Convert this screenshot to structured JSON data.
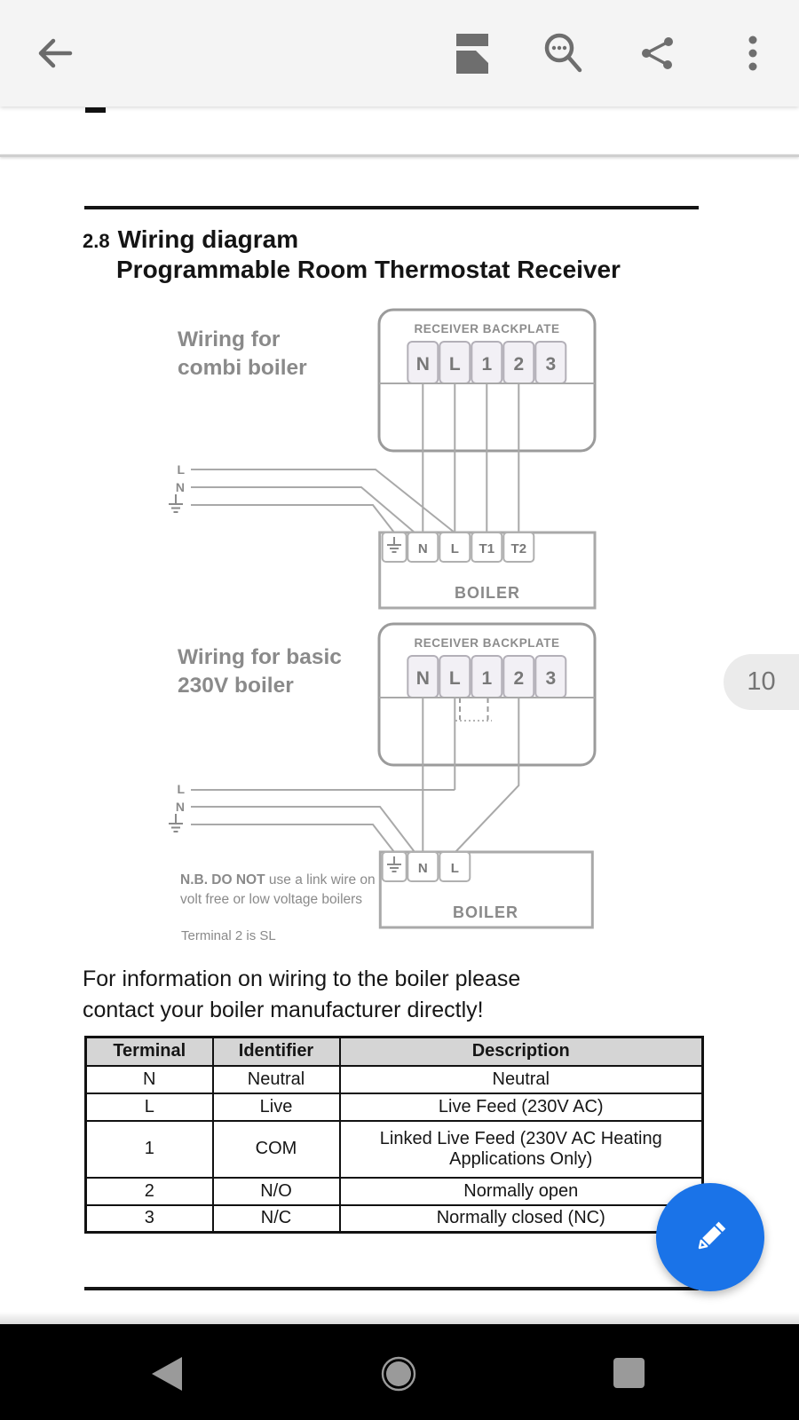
{
  "appbar": {
    "icons": [
      {
        "name": "back-arrow-icon"
      },
      {
        "name": "page-layout-icon"
      },
      {
        "name": "find-in-page-icon"
      },
      {
        "name": "share-icon"
      },
      {
        "name": "overflow-menu-icon"
      }
    ]
  },
  "page_indicator": {
    "page_number": "10"
  },
  "document": {
    "section_number": "2.8",
    "section_title": "Wiring diagram",
    "section_subtitle": "Programmable Room Thermostat Receiver",
    "diagram1": {
      "label_line1": "Wiring for",
      "label_line2": "combi boiler",
      "backplate_title": "RECEIVER BACKPLATE",
      "backplate_terminals": [
        "N",
        "L",
        "1",
        "2",
        "3"
      ],
      "mains_live": "L",
      "mains_neutral": "N",
      "boiler_terminals": [
        "N",
        "L",
        "T1",
        "T2"
      ],
      "boiler_label": "BOILER"
    },
    "diagram2": {
      "label_line1": "Wiring for basic",
      "label_line2": "230V boiler",
      "backplate_title": "RECEIVER BACKPLATE",
      "backplate_terminals": [
        "N",
        "L",
        "1",
        "2",
        "3"
      ],
      "mains_live": "L",
      "mains_neutral": "N",
      "boiler_terminals": [
        "N",
        "L"
      ],
      "boiler_label": "BOILER"
    },
    "note": {
      "bold": "N.B. DO NOT",
      "line1_rest": " use a link wire on",
      "line2": "volt free or low voltage boilers",
      "terminal_note": "Terminal 2 is SL"
    },
    "paragraph_line1": "For information on wiring to the boiler please",
    "paragraph_line2": "contact your boiler manufacturer directly!",
    "table": {
      "headers": [
        "Terminal",
        "Identifier",
        "Description"
      ],
      "rows": [
        [
          "N",
          "Neutral",
          "Neutral"
        ],
        [
          "L",
          "Live",
          "Live Feed (230V AC)"
        ],
        [
          "1",
          "COM",
          "Linked Live Feed (230V AC Heating Applications Only)"
        ],
        [
          "2",
          "N/O",
          "Normally open"
        ],
        [
          "3",
          "N/C",
          "Normally closed (NC)"
        ]
      ]
    }
  },
  "colors": {
    "appbar_bg": "#f4f4f4",
    "icon_gray": "#6e6e6e",
    "diagram_gray": "#a9a9a9",
    "diagram_text_gray": "#8a8a8a",
    "terminal_fill": "#f2f0f5",
    "fab_blue": "#1a73e8",
    "navbar_bg": "#000000",
    "nav_icon_gray": "#9a9a9a",
    "table_header_bg": "#d5d5d5",
    "badge_bg": "#ebebeb"
  }
}
